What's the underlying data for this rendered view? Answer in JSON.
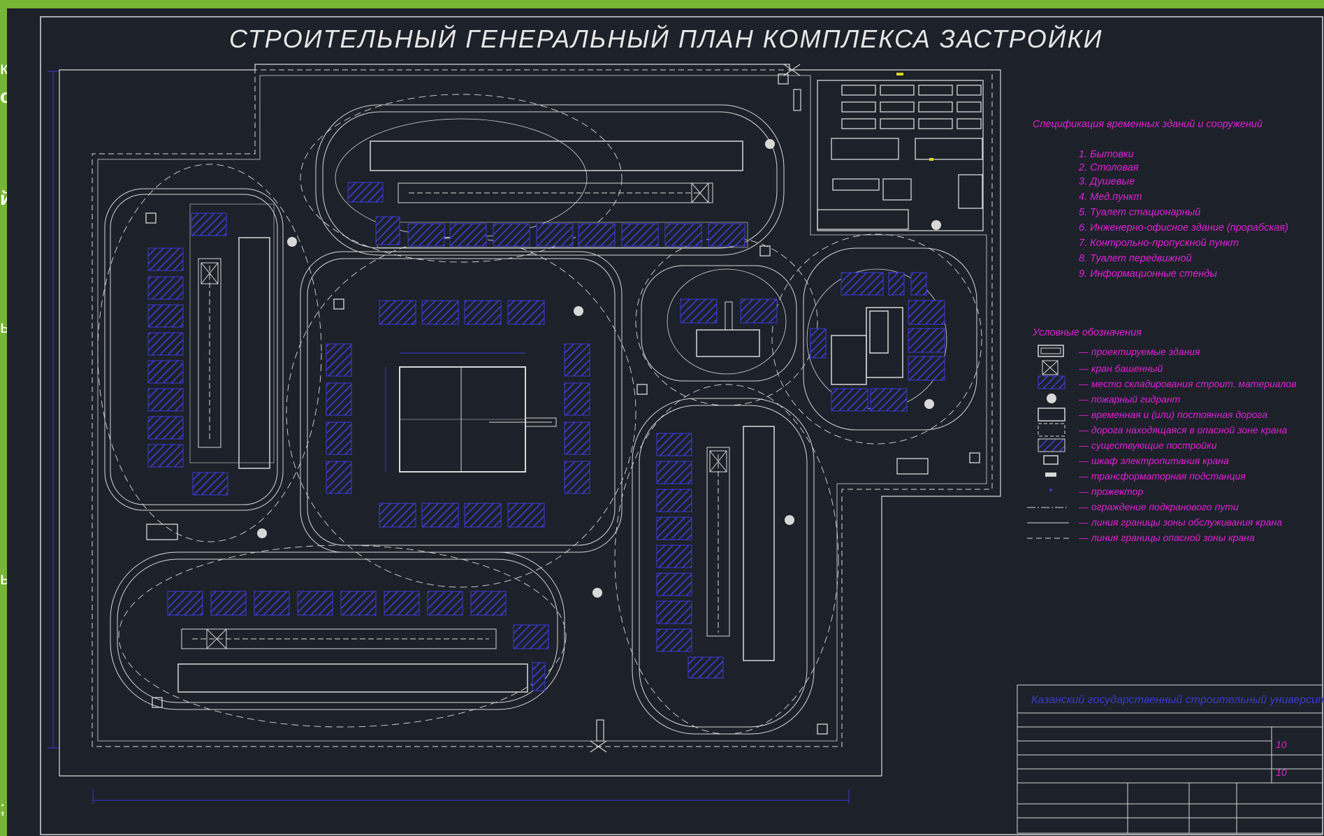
{
  "slide_background_color": "#77b534",
  "drawing_background_color": "#1d2129",
  "left_clipped_text": [
    "к",
    "ой",
    "й",
    "ы",
    "ых",
    ";"
  ],
  "drawing_title": "СТРОИТЕЛЬНЫЙ ГЕНЕРАЛЬНЫЙ ПЛАН КОМПЛЕКСА ЗАСТРОЙКИ",
  "specification": {
    "title": "Спецификация временных зданий и сооружений",
    "items": [
      "1. Бытовки",
      "2. Столовая",
      "3. Душевые",
      "4. Мед.пункт",
      "5. Туалет стационарный",
      "6. Инженерно-офисное здание (прорабская)",
      "7. Контрольно-пропускной пункт",
      "8. Туалет передвижной",
      "9. Информационные стенды"
    ]
  },
  "legend": {
    "title": "Условные обозначения",
    "items": [
      {
        "symbol": "projected-building",
        "label": "— проектируемые здания"
      },
      {
        "symbol": "tower-crane",
        "label": "— кран башенный"
      },
      {
        "symbol": "storage-area",
        "label": "— место складирования строит. материалов"
      },
      {
        "symbol": "fire-hydrant",
        "label": "— пожарный гидрант"
      },
      {
        "symbol": "temporary-road",
        "label": "— временная и (или) постоянная дорога"
      },
      {
        "symbol": "road-danger-zone",
        "label": "— дорога находящаяся в опасной зоне крана"
      },
      {
        "symbol": "existing-buildings",
        "label": "— существующие постройки"
      },
      {
        "symbol": "crane-power-cabinet",
        "label": "— шкаф электропитания крана"
      },
      {
        "symbol": "transformer-substation",
        "label": "— трансформаторная подстанция"
      },
      {
        "symbol": "floodlight",
        "label": "— прожектор"
      },
      {
        "symbol": "crane-track-fence",
        "label": "— ограждение подкранового пути"
      },
      {
        "symbol": "crane-service-zone-line",
        "label": "— линия границы зоны обслуживания крана"
      },
      {
        "symbol": "crane-danger-zone-line",
        "label": "— линия границы опасной зоны крана"
      }
    ]
  },
  "title_block": {
    "university": "Казанский государственный строительный университет",
    "sheet_value_1": "10",
    "sheet_value_2": "10"
  },
  "colors": {
    "drawing_lines": "#d8d8d8",
    "dimension_lines": "#3a3ad8",
    "hatch": "#3a3ad8",
    "annotation_text": "#e020d8",
    "yellow_marks": "#d8d820"
  }
}
